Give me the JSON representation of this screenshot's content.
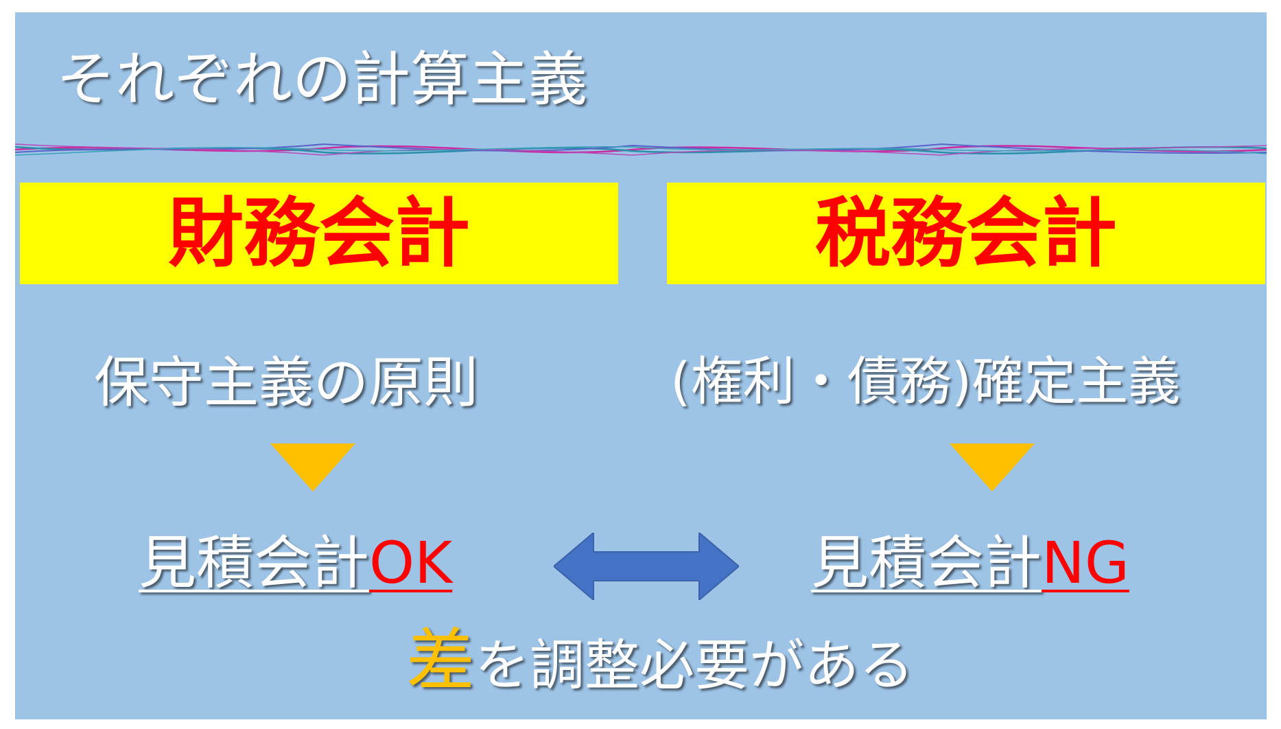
{
  "title": "それぞれの計算主義",
  "colors": {
    "background": "#9dc3e6",
    "box_fill": "#ffff00",
    "box_text": "#ff0000",
    "arrow_down": "#ffc000",
    "double_arrow": "#4472c4",
    "accent_yellow": "#ffc000",
    "accent_red": "#ff0000"
  },
  "left": {
    "heading": "財務会計",
    "principle": "保守主義の原則",
    "result_prefix": "見積会計",
    "result_suffix": "OK"
  },
  "right": {
    "heading": "税務会計",
    "principle": "(権利・債務)確定主義",
    "result_prefix": "見積会計",
    "result_suffix": "NG"
  },
  "conclusion": {
    "highlight": "差",
    "rest": "を調整必要がある"
  },
  "icons": {
    "down_arrow": "down-triangle-icon",
    "compare_arrow": "double-arrow-icon"
  }
}
